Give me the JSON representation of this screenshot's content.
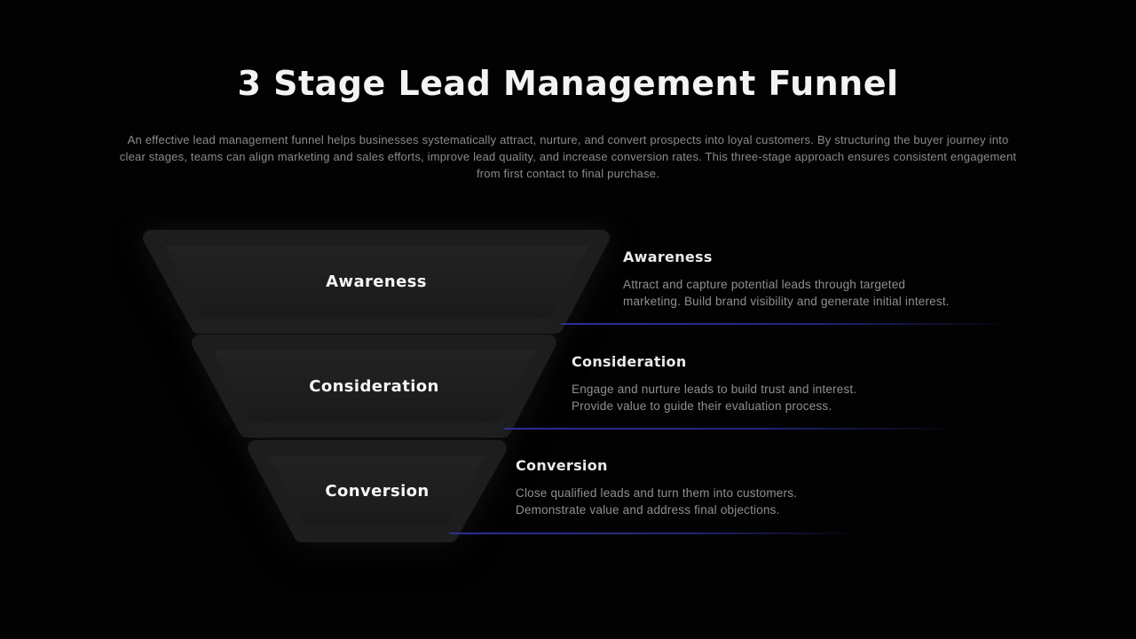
{
  "page": {
    "background_color": "#020202",
    "accent_color": "#2b2f96",
    "shape_fill_color": "#1e1e1e"
  },
  "header": {
    "title": "3 Stage Lead Management Funnel",
    "subtitle_lines": [
      "An effective lead management funnel helps businesses systematically attract, nurture, and convert prospects into loyal customers. By structuring the buyer journey into",
      "clear stages, teams can align marketing and sales efforts, improve lead quality, and increase conversion rates. This three-stage approach ensures consistent engagement",
      "from first contact to final purchase."
    ]
  },
  "funnel": {
    "type": "funnel",
    "stage_count": 3,
    "stages": [
      {
        "label": "Awareness",
        "heading": "Awareness",
        "description_lines": [
          "Attract and capture potential leads through targeted",
          "marketing. Build brand visibility and generate initial interest."
        ]
      },
      {
        "label": "Consideration",
        "heading": "Consideration",
        "description_lines": [
          "Engage and nurture leads to build trust and interest.",
          "Provide value to guide their evaluation process."
        ]
      },
      {
        "label": "Conversion",
        "heading": "Conversion",
        "description_lines": [
          "Close qualified leads and turn them into customers.",
          "Demonstrate value and address final objections."
        ]
      }
    ]
  }
}
